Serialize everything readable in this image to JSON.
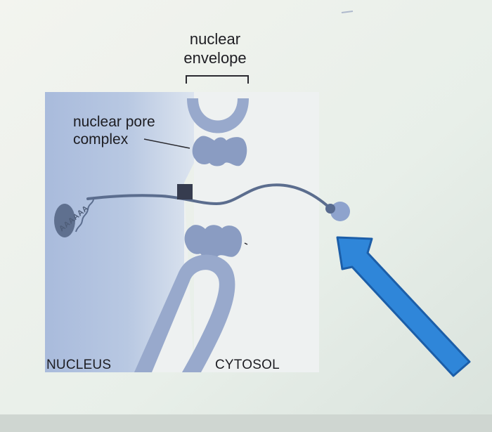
{
  "diagram": {
    "labels": {
      "nuclear_envelope": [
        "nuclear",
        "envelope"
      ],
      "nuclear_pore_complex": [
        "nuclear pore",
        "complex"
      ],
      "nucleus": "NUCLEUS",
      "cytosol": "CYTOSOL",
      "poly_a_tail": "AAAAAA"
    },
    "colors": {
      "nucleus_fill": "#a9bbdc",
      "nucleus_fill_light": "#dce4ef",
      "cytosol_fill": "#eef1f1",
      "membrane": "#98a9cc",
      "pore_complex": "#8a9cc2",
      "mrna": "#5b6d8e",
      "protein_box": "#363c4f",
      "ribosome": "#8ea3cd",
      "arrow_fill": "#2f86d9",
      "arrow_stroke": "#1c5ea8"
    },
    "icons": {
      "arrow": "blue-pointer-arrow",
      "ribosome": "ribosome-icon",
      "cap": "mrna-cap-icon",
      "nucleolus": "nucleolus-blob-icon"
    }
  }
}
